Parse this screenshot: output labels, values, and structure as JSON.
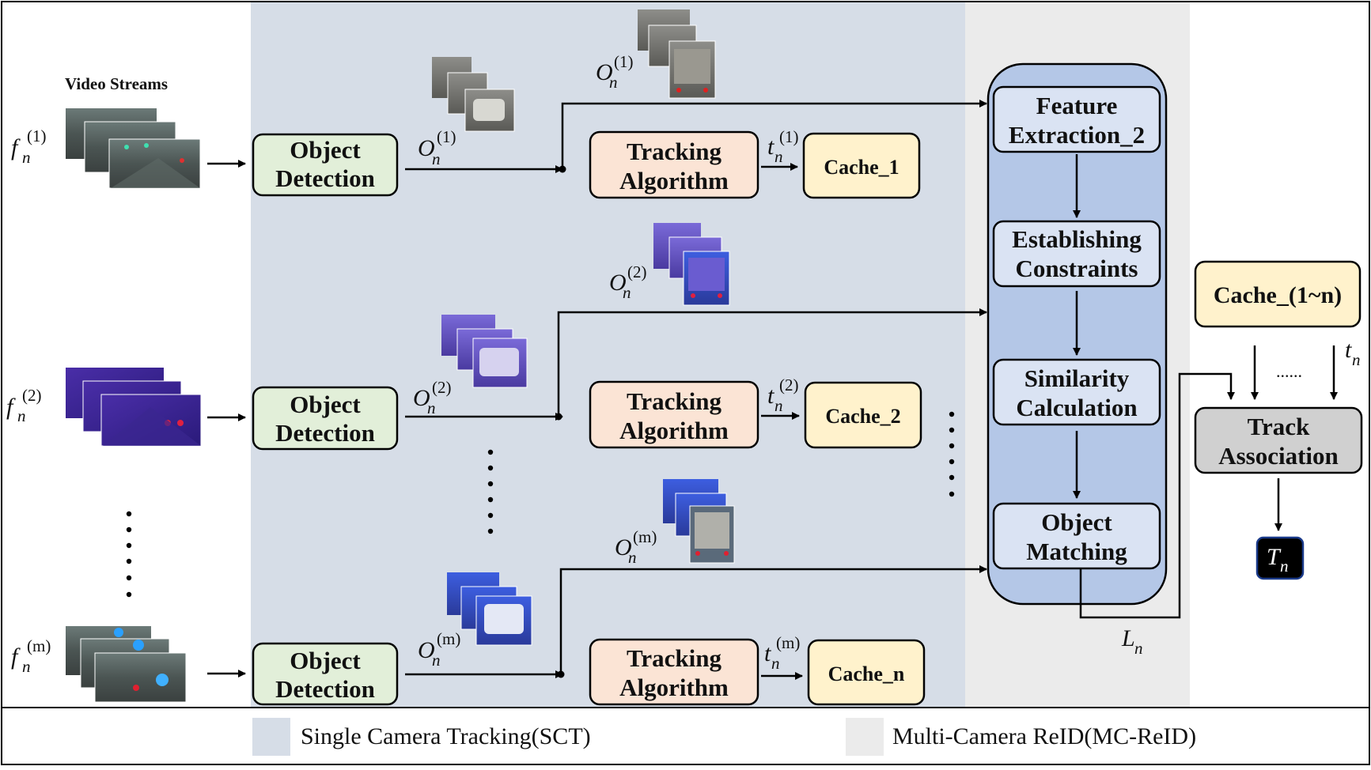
{
  "diagram": {
    "video_streams_title": "Video Streams",
    "frame_base": "f",
    "object_base": "O",
    "track_base": "t",
    "sub_n": "n",
    "streams": [
      {
        "sup": "(1)",
        "detection": [
          "Object",
          "Detection"
        ],
        "tracking": [
          "Tracking",
          "Algorithm"
        ],
        "cache": "Cache_1"
      },
      {
        "sup": "(2)",
        "detection": [
          "Object",
          "Detection"
        ],
        "tracking": [
          "Tracking",
          "Algorithm"
        ],
        "cache": "Cache_2"
      },
      {
        "sup": "(m)",
        "detection": [
          "Object",
          "Detection"
        ],
        "tracking": [
          "Tracking",
          "Algorithm"
        ],
        "cache": "Cache_n"
      }
    ],
    "mc_reid_steps": [
      [
        "Feature",
        "Extraction_2"
      ],
      [
        "Establishing",
        "Constraints"
      ],
      [
        "Similarity",
        "Calculation"
      ],
      [
        "Object",
        "Matching"
      ]
    ],
    "cache_all": "Cache_(1~n)",
    "track_association": [
      "Track",
      "Association"
    ],
    "loss_base": "L",
    "output_base": "T",
    "ellipsis": "......",
    "colors": {
      "sct_region": "#d6dde7",
      "mc_region": "#ebebeb",
      "detection_fill": "#e2efd9",
      "tracking_fill": "#fbe4d5",
      "cache_fill": "#fff2cc",
      "reid_container": "#b4c7e7",
      "reid_step": "#dae3f3",
      "association_fill": "#d0d0d0",
      "output_fill": "#000000"
    }
  },
  "legend": {
    "sct_label": "Single Camera Tracking(SCT)",
    "mc_label": "Multi-Camera ReID(MC-ReID)"
  }
}
